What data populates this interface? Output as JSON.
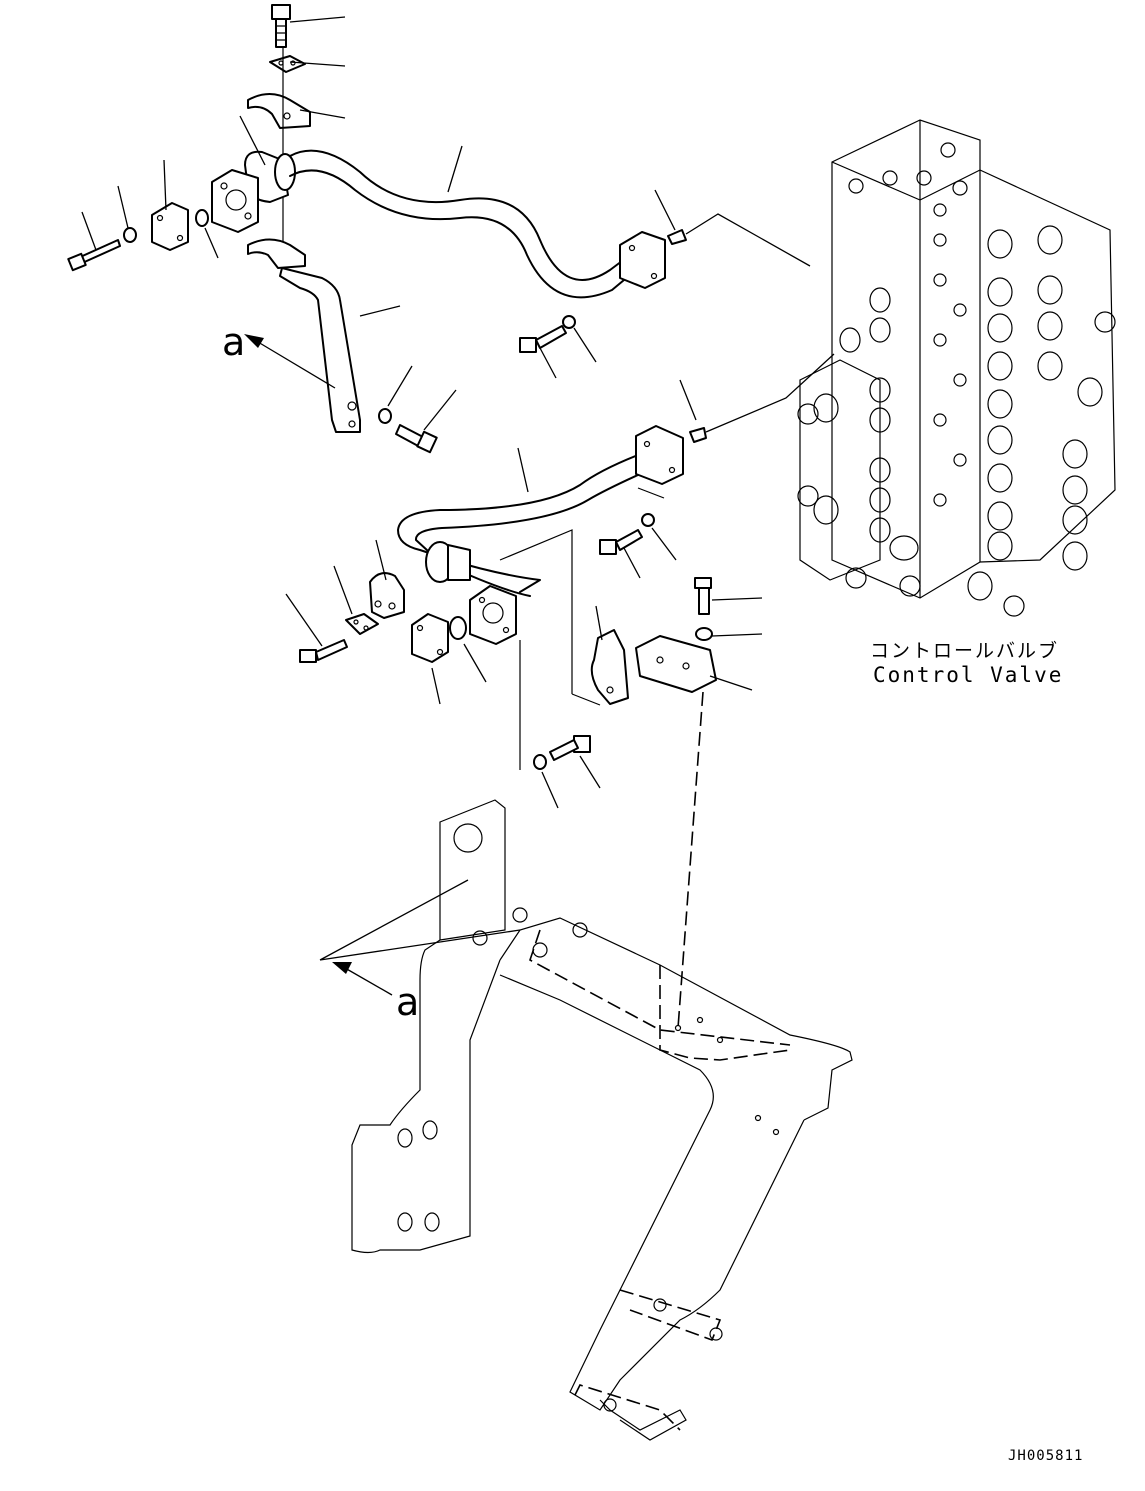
{
  "diagram": {
    "valve_label_jp": "コントロールバルブ",
    "valve_label_en": "Control Valve",
    "view_marker_top": "a",
    "view_marker_bottom": "a",
    "drawing_number": "JH005811"
  }
}
